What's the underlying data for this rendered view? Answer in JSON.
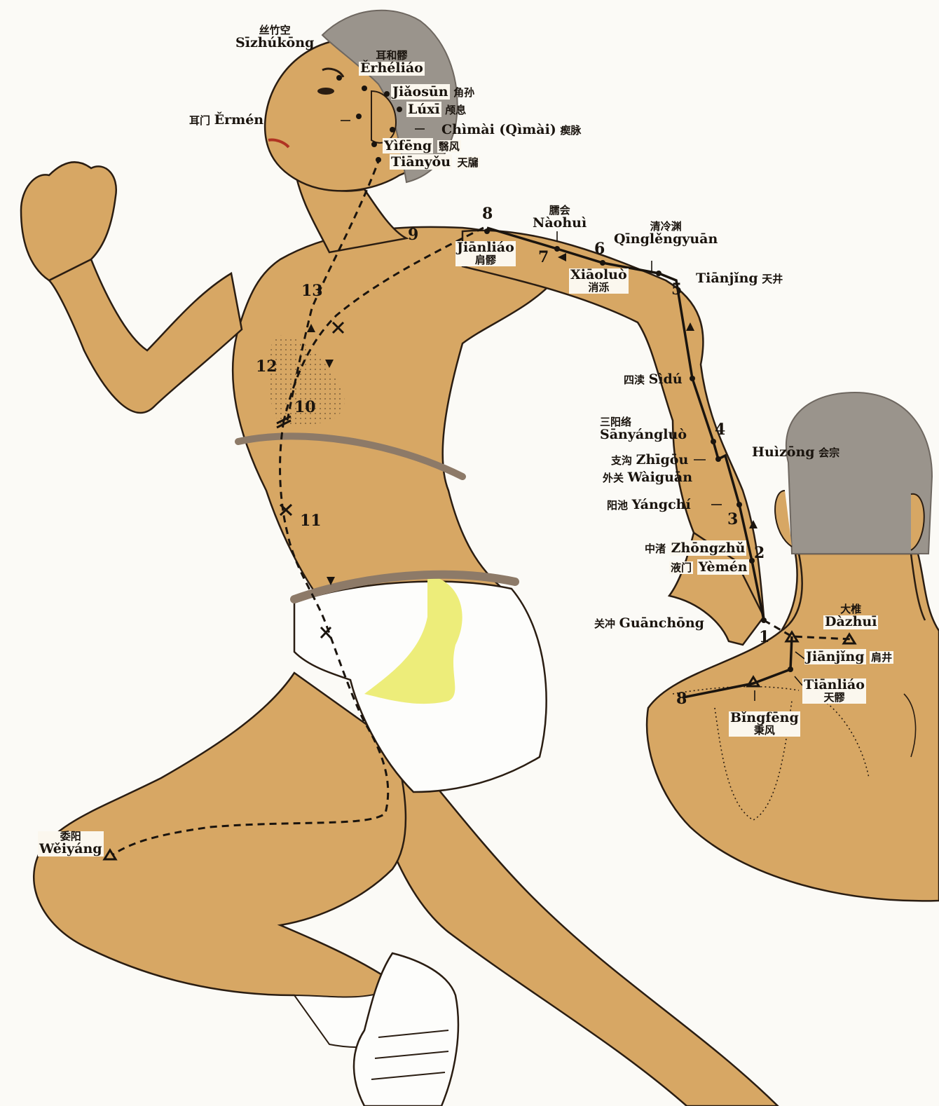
{
  "colors": {
    "skin": "#d7a764",
    "skin_shadow": "#c08d4c",
    "outline": "#2a1d12",
    "hair": "#9a948c",
    "band": "#8d7a68",
    "yellow": "#eded7a",
    "background": "#fbfaf6"
  },
  "points": {
    "sizhukong": {
      "cn": "丝竹空",
      "py": "Sīzhúkōng"
    },
    "erheliao": {
      "cn": "耳和髎",
      "py": "Ěrhéliáo"
    },
    "jiaosun": {
      "py": "Jiǎosūn",
      "cn": "角孙"
    },
    "luxi": {
      "py": "Lúxī",
      "cn": "颅息"
    },
    "ermen": {
      "cn": "耳门",
      "py": "Ěrmén"
    },
    "chimai": {
      "py": "Chìmài (Qìmài)",
      "cn": "瘈脉"
    },
    "yifeng": {
      "py": "Yìfēng",
      "cn": "翳风"
    },
    "tianyou": {
      "py": "Tiānyǒu",
      "cn": "天牖"
    },
    "naohui": {
      "cn": "臑会",
      "py": "Nàohuì"
    },
    "qinglengyuan": {
      "cn": "清冷渊",
      "py": "Qīnglěngyuān"
    },
    "jianliao": {
      "py": "Jiānliáo",
      "cn": "肩髎"
    },
    "xiaoluo": {
      "py": "Xiāoluò",
      "cn": "消泺"
    },
    "tianjing": {
      "py": "Tiānjǐng",
      "cn": "天井"
    },
    "sidu": {
      "cn": "四渎",
      "py": "Sìdú"
    },
    "sanyangluo": {
      "cn": "三阳络",
      "py": "Sānyángluò"
    },
    "huizong": {
      "py": "Huìzōng",
      "cn": "会宗"
    },
    "zhigou": {
      "cn": "支沟",
      "py": "Zhīgōu"
    },
    "waiguan": {
      "cn": "外关",
      "py": "Wàiguān"
    },
    "yangchi": {
      "cn": "阳池",
      "py": "Yángchí"
    },
    "zhongzhu": {
      "cn": "中渚",
      "py": "Zhōngzhǔ"
    },
    "yemen": {
      "cn": "液门",
      "py": "Yèmén"
    },
    "guanchong": {
      "cn": "关冲",
      "py": "Guānchōng"
    },
    "dazhui": {
      "cn": "大椎",
      "py": "Dàzhuī"
    },
    "jianjing": {
      "py": "Jiānjǐng",
      "cn": "肩井"
    },
    "tianliao": {
      "py": "Tiānliáo",
      "cn": "天髎"
    },
    "bingfeng": {
      "py": "Bǐngfēng",
      "cn": "秉风"
    },
    "weiyang": {
      "cn": "委阳",
      "py": "Wěiyáng"
    }
  },
  "numbers": [
    "1",
    "2",
    "3",
    "4",
    "5",
    "6",
    "7",
    "8",
    "9",
    "10",
    "11",
    "12",
    "13",
    "8"
  ]
}
